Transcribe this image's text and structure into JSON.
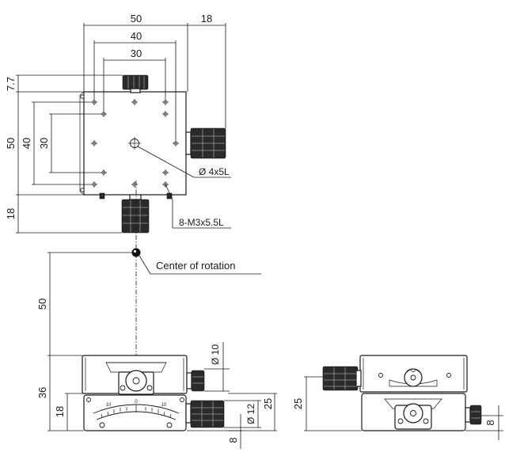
{
  "top_view": {
    "width_labels": [
      "50",
      "40",
      "30"
    ],
    "offset_label": "18",
    "top_offset_label": "7.7",
    "height_labels": [
      "50",
      "40",
      "30"
    ],
    "bottom_offset_label": "18",
    "hole_callout": "Ø 4x5L",
    "thread_callout": "8-M3x5.5L"
  },
  "rotation_center_label": "Center of rotation",
  "front_view": {
    "height_to_center": "50",
    "total_height": "36",
    "lower_height": "18",
    "knob_dia_upper": "Ø 10",
    "knob_dia_lower": "Ø 12",
    "knob_height": "25",
    "knob_offset": "8",
    "scale_labels": [
      "10",
      "0",
      "10"
    ]
  },
  "side_view": {
    "knob_height": "25",
    "knob_offset": "8"
  }
}
